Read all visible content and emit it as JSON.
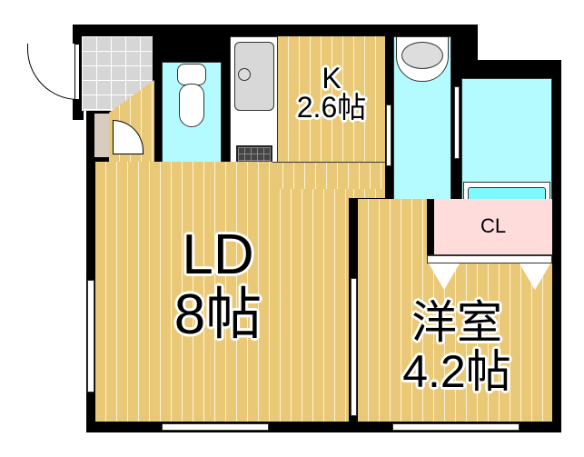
{
  "rooms": {
    "kitchen": {
      "name": "K",
      "size": "2.6帖"
    },
    "ld": {
      "name": "LD",
      "size": "8帖"
    },
    "western": {
      "name": "洋室",
      "size": "4.2帖"
    },
    "closet": {
      "name": "CL"
    }
  },
  "colors": {
    "wood": "#e9c977",
    "water": "#b4fbff",
    "closet": "#ffdcdc",
    "wall": "#000000"
  }
}
